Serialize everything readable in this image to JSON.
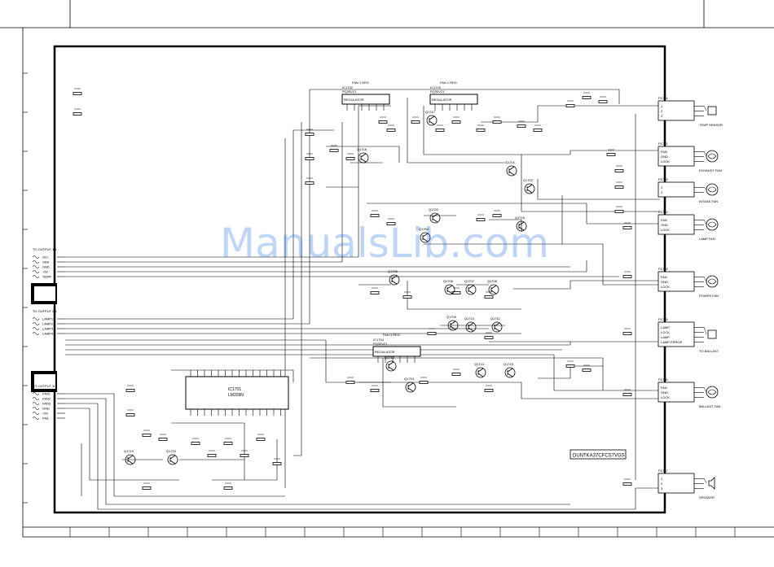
{
  "watermark": "ManualsLib.com",
  "model_label": "DUNTKA37CFCS7VGS",
  "regulators": [
    {
      "name": "FAN 1 REG",
      "ref": "IC1702",
      "part": "PQ30V21",
      "label": "REGULATOR"
    },
    {
      "name": "FAN 1 REG",
      "ref": "IC1703",
      "part": "PQ30V21",
      "label": "REGULATOR"
    },
    {
      "name": "FAN 3 REG",
      "ref": "IC1704",
      "part": "PQ30V21",
      "label": "REGULATOR"
    }
  ],
  "main_ic": {
    "ref": "IC1701",
    "part": "LM339N"
  },
  "left_groups": [
    {
      "title": "TO OUTPUT 1/1",
      "pins": [
        "SCL",
        "SDA",
        "GND",
        "+5V",
        "TEMP"
      ]
    },
    {
      "title": "TO OUTPUT 2/1",
      "pins": [
        "LAMP1",
        "LAMP2",
        "LAMP3",
        "LAMP4"
      ]
    },
    {
      "title": "TO OUTPUT 3/1",
      "pins": [
        "FAN1",
        "FAN2",
        "FAN3",
        "GND",
        "+5V",
        "FAIL"
      ]
    }
  ],
  "right_connectors": [
    {
      "ref": "P1704",
      "pins": [
        "1",
        "2",
        "3"
      ],
      "caption": "TEMP SENSOR"
    },
    {
      "ref": "P1701",
      "pins": [
        "FAN",
        "GND",
        "LOCK"
      ],
      "caption": "EXHAUST FAN"
    },
    {
      "ref": "P1709",
      "pins": [
        "1",
        "2"
      ],
      "caption": "INTAKE FAN"
    },
    {
      "ref": "P1702",
      "pins": [
        "FAN",
        "GND",
        "LOCK"
      ],
      "caption": "LAMP FAN"
    },
    {
      "ref": "P1703",
      "pins": [
        "FAN",
        "GND",
        "LOCK"
      ],
      "caption": "POWER FAN"
    },
    {
      "ref": "P1705",
      "pins": [
        "LAMP",
        "LOCK",
        "LAMP",
        "LAMP ERROR"
      ],
      "caption": "TO BALLAST"
    },
    {
      "ref": "P1706",
      "pins": [
        "FAN",
        "GND",
        "LOCK"
      ],
      "caption": "BALLAST FAN"
    },
    {
      "ref": "P1707",
      "pins": [
        "1",
        "2",
        "3"
      ],
      "caption": "SPEAKER"
    }
  ],
  "transistors": [
    "Q1701",
    "Q1702",
    "Q1703",
    "Q1704",
    "Q1705",
    "Q1706",
    "Q1707",
    "Q1708",
    "Q1709",
    "Q1710",
    "Q1711",
    "Q1712",
    "Q1713",
    "Q1714",
    "Q1715",
    "Q1716",
    "Q1717",
    "Q1718",
    "Q1719",
    "Q1720"
  ],
  "colors": {
    "line": "#000000",
    "watermark": "#2f6fd6",
    "background": "#ffffff"
  }
}
